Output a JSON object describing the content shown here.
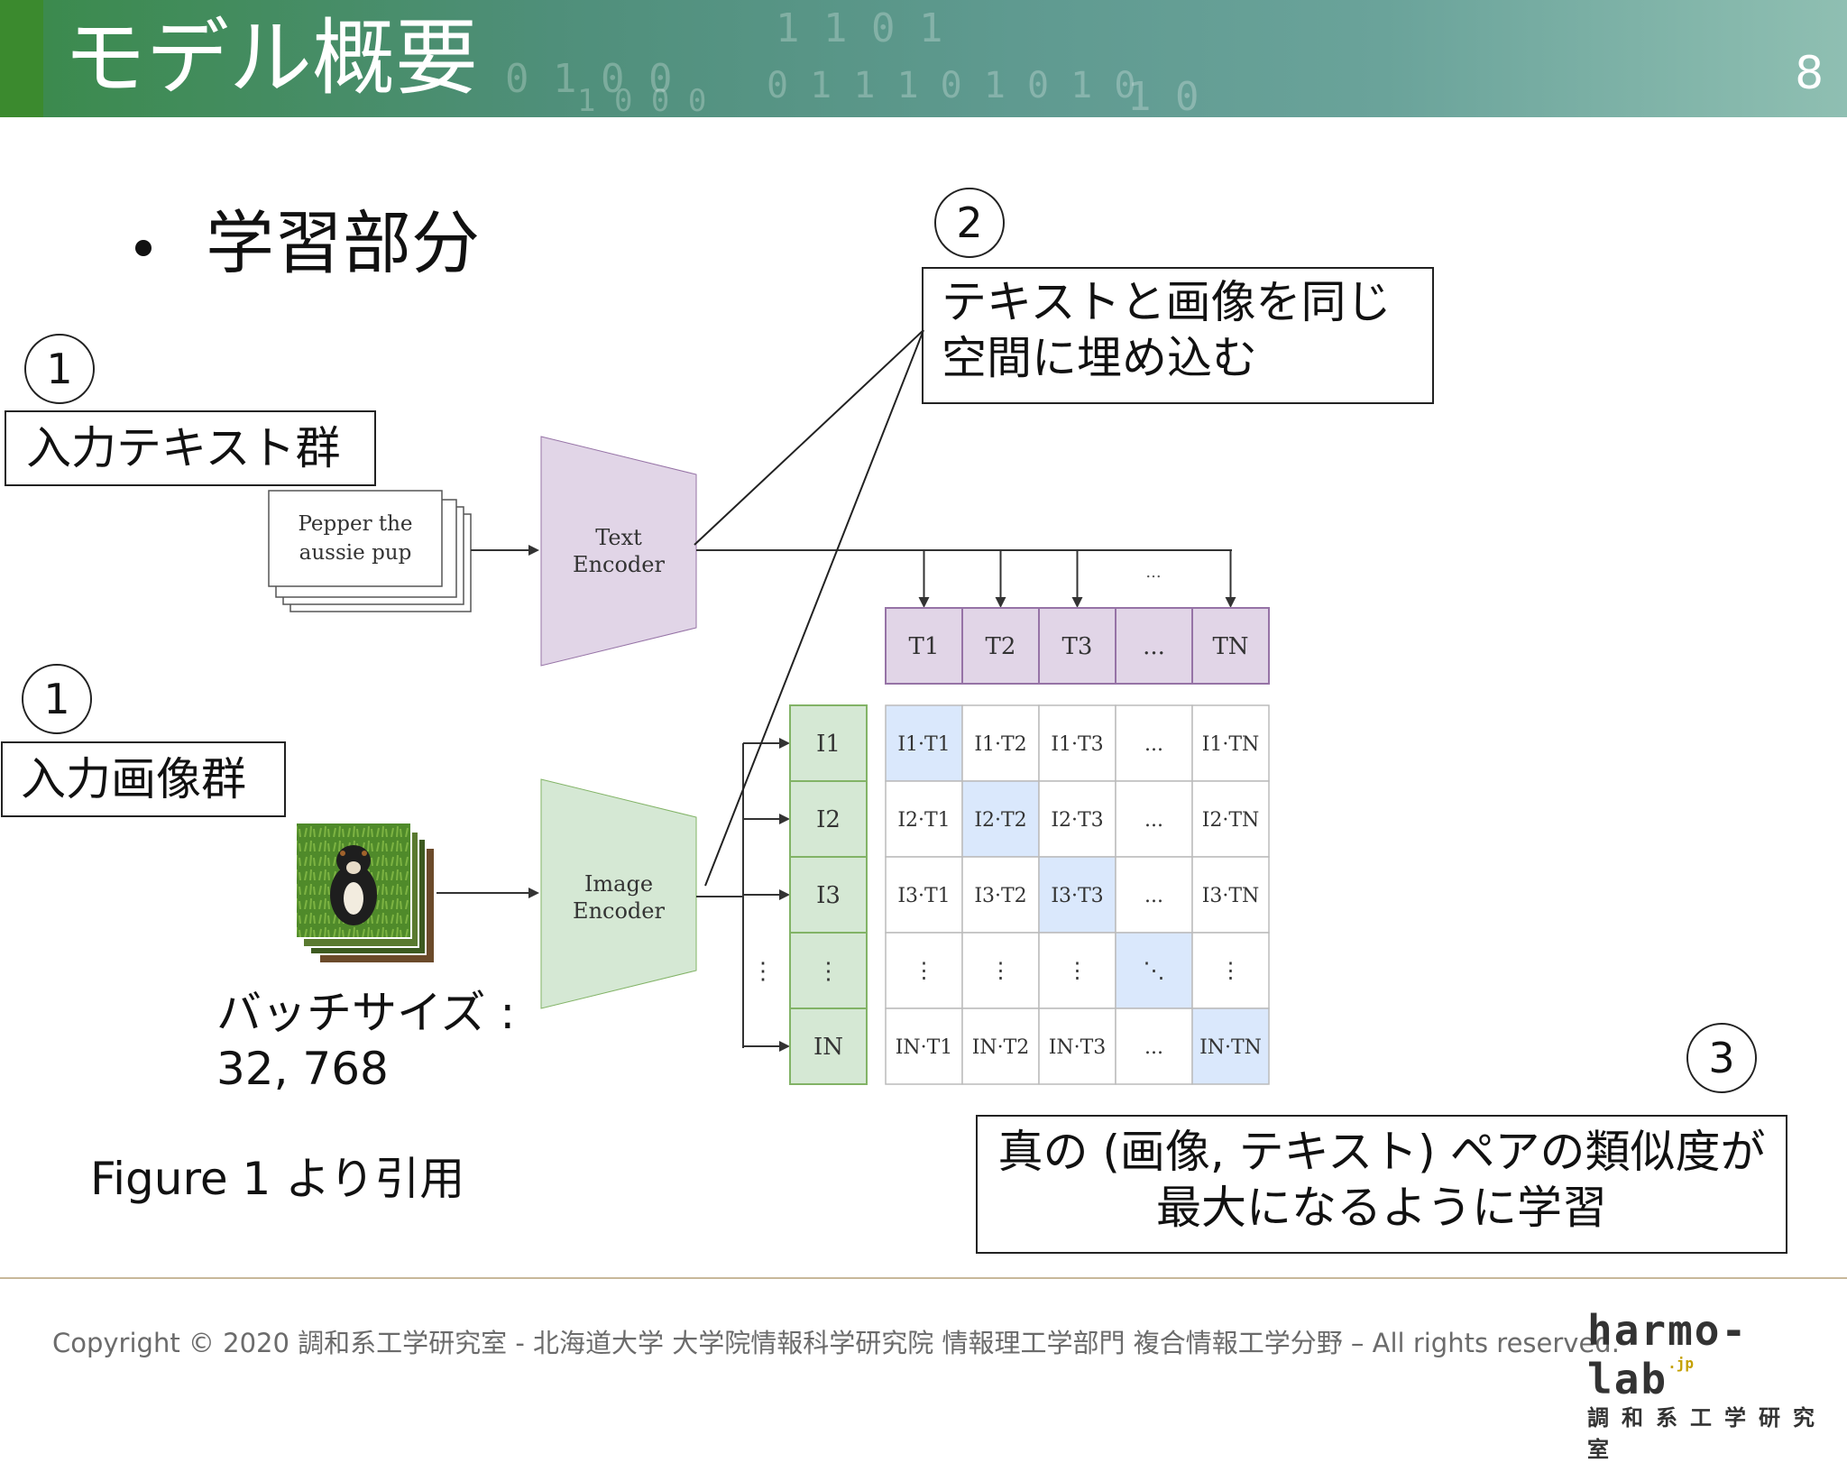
{
  "slide": {
    "title": "モデル概要",
    "page_number": "8",
    "bullet": "学習部分",
    "header_digits": [
      "0 1 0 0",
      "1 1 0 1",
      "0 1 1 1 0 1 0 1 0",
      "1 0 0 0",
      "1 0"
    ]
  },
  "callouts": {
    "c1a": "1",
    "c1b": "1",
    "c2": "2",
    "c3": "3",
    "text_input_box": "入力テキスト群",
    "image_input_box": "入力画像群",
    "embed_line1": "テキストと画像を同じ",
    "embed_line2": "空間に埋め込む",
    "batch_line1": "バッチサイズ :",
    "batch_line2": "32, 768",
    "figure_ref": "Figure 1 より引用",
    "goal_line1": "真の (画像, テキスト) ペアの類似度が",
    "goal_line2": "最大になるように学習"
  },
  "diagram": {
    "caption_line1": "Pepper the",
    "caption_line2": "aussie pup",
    "text_encoder_line1": "Text",
    "text_encoder_line2": "Encoder",
    "image_encoder_line1": "Image",
    "image_encoder_line2": "Encoder",
    "ellipsis": "...",
    "t_labels": [
      "T1",
      "T2",
      "T3",
      "...",
      "TN"
    ],
    "i_labels": [
      "I1",
      "I2",
      "I3",
      "⋮",
      "IN"
    ],
    "matrix": [
      [
        "I1·T1",
        "I1·T2",
        "I1·T3",
        "...",
        "I1·TN"
      ],
      [
        "I2·T1",
        "I2·T2",
        "I2·T3",
        "...",
        "I2·TN"
      ],
      [
        "I3·T1",
        "I3·T2",
        "I3·T3",
        "...",
        "I3·TN"
      ],
      [
        "⋮",
        "⋮",
        "⋮",
        "⋱",
        "⋮"
      ],
      [
        "IN·T1",
        "IN·T2",
        "IN·T3",
        "...",
        "IN·TN"
      ]
    ],
    "colors": {
      "text_encoder": "#e1d5e7",
      "text_encoder_stroke": "#9673a6",
      "image_encoder": "#d5e8d4",
      "image_encoder_stroke": "#82b366",
      "diagonal": "#dae8fc",
      "grid": "#bbbbbb"
    }
  },
  "footer": {
    "copyright": "Copyright © 2020 調和系工学研究室 - 北海道大学 大学院情報科学研究院 情報理工学部門 複合情報工学分野 – All rights reserved.",
    "logo": "harmo-lab",
    "logo_suffix": ".jp",
    "logo_sub": "調和系工学研究室"
  }
}
